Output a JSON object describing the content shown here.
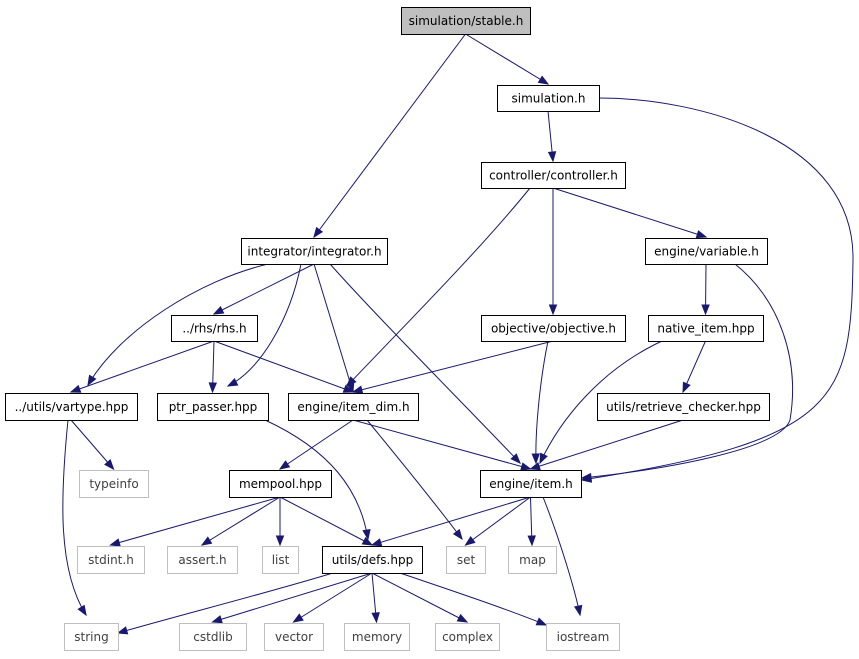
{
  "diagram": {
    "title": "",
    "colors": {
      "edge": "#191970",
      "root_fill": "#bfbfbf",
      "node_border": "#000000",
      "external_border": "#bfbfbf",
      "external_text": "#404040",
      "text": "#000000"
    },
    "nodes": [
      {
        "id": "stable",
        "label": "simulation/stable.h",
        "kind": "root"
      },
      {
        "id": "simulation",
        "label": "simulation.h",
        "kind": "internal"
      },
      {
        "id": "controller",
        "label": "controller/controller.h",
        "kind": "internal"
      },
      {
        "id": "integrator",
        "label": "integrator/integrator.h",
        "kind": "internal"
      },
      {
        "id": "variable",
        "label": "engine/variable.h",
        "kind": "internal"
      },
      {
        "id": "rhs",
        "label": "../rhs/rhs.h",
        "kind": "internal"
      },
      {
        "id": "objective",
        "label": "objective/objective.h",
        "kind": "internal"
      },
      {
        "id": "native_item",
        "label": "native_item.hpp",
        "kind": "internal"
      },
      {
        "id": "vartype",
        "label": "../utils/vartype.hpp",
        "kind": "internal"
      },
      {
        "id": "ptr_passer",
        "label": "ptr_passer.hpp",
        "kind": "internal"
      },
      {
        "id": "item_dim",
        "label": "engine/item_dim.h",
        "kind": "internal"
      },
      {
        "id": "retrieve_checker",
        "label": "utils/retrieve_checker.hpp",
        "kind": "internal"
      },
      {
        "id": "typeinfo",
        "label": "typeinfo",
        "kind": "external"
      },
      {
        "id": "mempool",
        "label": "mempool.hpp",
        "kind": "internal"
      },
      {
        "id": "item",
        "label": "engine/item.h",
        "kind": "internal"
      },
      {
        "id": "stdint",
        "label": "stdint.h",
        "kind": "external"
      },
      {
        "id": "assert",
        "label": "assert.h",
        "kind": "external"
      },
      {
        "id": "list",
        "label": "list",
        "kind": "external"
      },
      {
        "id": "defs",
        "label": "utils/defs.hpp",
        "kind": "internal"
      },
      {
        "id": "set",
        "label": "set",
        "kind": "external"
      },
      {
        "id": "map",
        "label": "map",
        "kind": "external"
      },
      {
        "id": "string",
        "label": "string",
        "kind": "external"
      },
      {
        "id": "cstdlib",
        "label": "cstdlib",
        "kind": "external"
      },
      {
        "id": "vector",
        "label": "vector",
        "kind": "external"
      },
      {
        "id": "memory",
        "label": "memory",
        "kind": "external"
      },
      {
        "id": "complex",
        "label": "complex",
        "kind": "external"
      },
      {
        "id": "iostream",
        "label": "iostream",
        "kind": "external"
      }
    ],
    "edges": [
      {
        "from": "stable",
        "to": "simulation"
      },
      {
        "from": "stable",
        "to": "integrator"
      },
      {
        "from": "simulation",
        "to": "controller"
      },
      {
        "from": "simulation",
        "to": "item"
      },
      {
        "from": "controller",
        "to": "variable"
      },
      {
        "from": "controller",
        "to": "objective"
      },
      {
        "from": "controller",
        "to": "item_dim"
      },
      {
        "from": "integrator",
        "to": "rhs"
      },
      {
        "from": "integrator",
        "to": "vartype"
      },
      {
        "from": "integrator",
        "to": "ptr_passer"
      },
      {
        "from": "integrator",
        "to": "item_dim"
      },
      {
        "from": "integrator",
        "to": "item"
      },
      {
        "from": "variable",
        "to": "native_item"
      },
      {
        "from": "variable",
        "to": "item"
      },
      {
        "from": "rhs",
        "to": "vartype"
      },
      {
        "from": "rhs",
        "to": "ptr_passer"
      },
      {
        "from": "rhs",
        "to": "item_dim"
      },
      {
        "from": "objective",
        "to": "item_dim"
      },
      {
        "from": "objective",
        "to": "item"
      },
      {
        "from": "native_item",
        "to": "retrieve_checker"
      },
      {
        "from": "native_item",
        "to": "item"
      },
      {
        "from": "vartype",
        "to": "typeinfo"
      },
      {
        "from": "vartype",
        "to": "string"
      },
      {
        "from": "ptr_passer",
        "to": "defs"
      },
      {
        "from": "item_dim",
        "to": "mempool"
      },
      {
        "from": "item_dim",
        "to": "item"
      },
      {
        "from": "item_dim",
        "to": "set"
      },
      {
        "from": "retrieve_checker",
        "to": "item"
      },
      {
        "from": "mempool",
        "to": "stdint"
      },
      {
        "from": "mempool",
        "to": "assert"
      },
      {
        "from": "mempool",
        "to": "list"
      },
      {
        "from": "mempool",
        "to": "defs"
      },
      {
        "from": "item",
        "to": "defs"
      },
      {
        "from": "item",
        "to": "set"
      },
      {
        "from": "item",
        "to": "map"
      },
      {
        "from": "item",
        "to": "iostream"
      },
      {
        "from": "defs",
        "to": "string"
      },
      {
        "from": "defs",
        "to": "cstdlib"
      },
      {
        "from": "defs",
        "to": "vector"
      },
      {
        "from": "defs",
        "to": "memory"
      },
      {
        "from": "defs",
        "to": "complex"
      },
      {
        "from": "defs",
        "to": "iostream"
      }
    ]
  }
}
